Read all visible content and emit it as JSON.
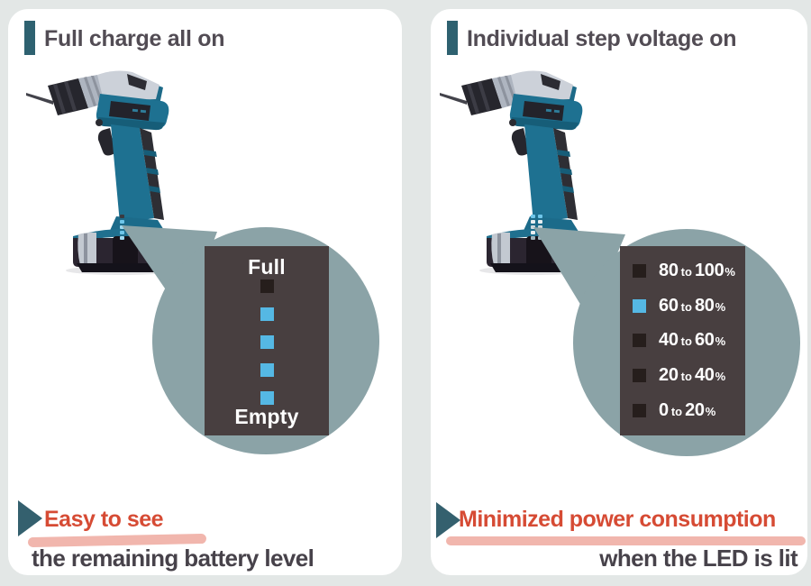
{
  "colors": {
    "background": "#e3e7e6",
    "accent_teal": "#2e6170",
    "headline_red": "#d64b34",
    "underline_salmon": "#f1b6ad",
    "callout_circle": "#8ba3a7",
    "indicator_box": "#483f40",
    "led_on_blue": "#55b8e4",
    "led_off_dark": "#261e1c",
    "header_charcoal": "#524c54"
  },
  "left_panel": {
    "header": "Full charge all on",
    "callout": {
      "top_label": "Full",
      "bottom_label": "Empty",
      "leds": [
        "off",
        "on",
        "on",
        "on",
        "on"
      ]
    },
    "headline": "Easy to see",
    "subline": "the remaining battery level"
  },
  "right_panel": {
    "header": "Individual step voltage on",
    "callout": {
      "rows": [
        {
          "led": "off",
          "from": "80",
          "joiner": "to",
          "to": "100",
          "suffix": "%"
        },
        {
          "led": "on",
          "from": "60",
          "joiner": "to",
          "to": "80",
          "suffix": "%"
        },
        {
          "led": "off",
          "from": "40",
          "joiner": "to",
          "to": "60",
          "suffix": "%"
        },
        {
          "led": "off",
          "from": "20",
          "joiner": "to",
          "to": "40",
          "suffix": "%"
        },
        {
          "led": "off",
          "from": "0",
          "joiner": "to",
          "to": "20",
          "suffix": "%"
        }
      ]
    },
    "headline": "Minimized power consumption",
    "subline": "when the LED is lit"
  }
}
